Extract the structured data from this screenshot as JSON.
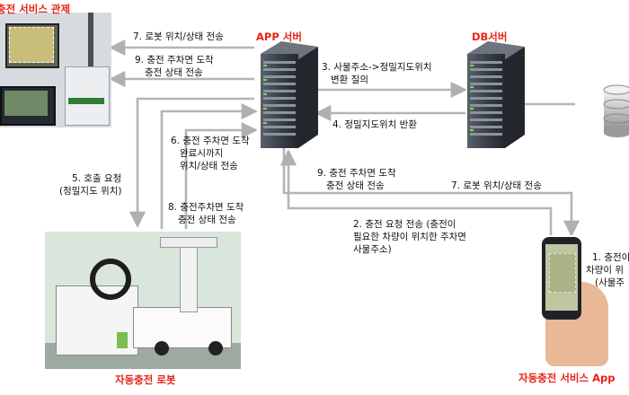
{
  "titles": {
    "control": "충전 서비스 관제",
    "app_server": "APP 서버",
    "db_server": "DB서버",
    "robot": "자동충전 로봇",
    "service_app": "자동충전 서비스 App"
  },
  "steps": {
    "s1_l1": "1. 충전이",
    "s1_l2": "차량이 위",
    "s1_l3": "(사물주",
    "s2_l1": "2. 충전 요청 전송 (충전이",
    "s2_l2": "필요한 차량이 위치한 주차면",
    "s2_l3": "사물주소)",
    "s3_l1": "3. 사물주소->정밀지도위치",
    "s3_l2": "변환 질의",
    "s4": "4. 정밀지도위치 반환",
    "s5_l1": "5. 호출 요청",
    "s5_l2": "(정밀지도 위치)",
    "s6_l1": "6. 충전 주차면 도착",
    "s6_l2": "완료시까지",
    "s6_l3": "위치/상태 전송",
    "s7_top": "7. 로봇 위치/상태 전송",
    "s7_right": "7. 로봇 위치/상태 전송",
    "s8_l1": "8. 충전주차면 도착",
    "s8_l2": "충전 상태 전송",
    "s9_top_l1": "9. 충전 주차면 도착",
    "s9_top_l2": "충전 상태 전송",
    "s9_mid_l1": "9. 충전 주차면 도착",
    "s9_mid_l2": "충전 상태 전송"
  },
  "colors": {
    "title_red": "#e8231b",
    "arrow_gray": "#b5b5b5",
    "server_dark": "#3a4048",
    "text": "#111111"
  }
}
